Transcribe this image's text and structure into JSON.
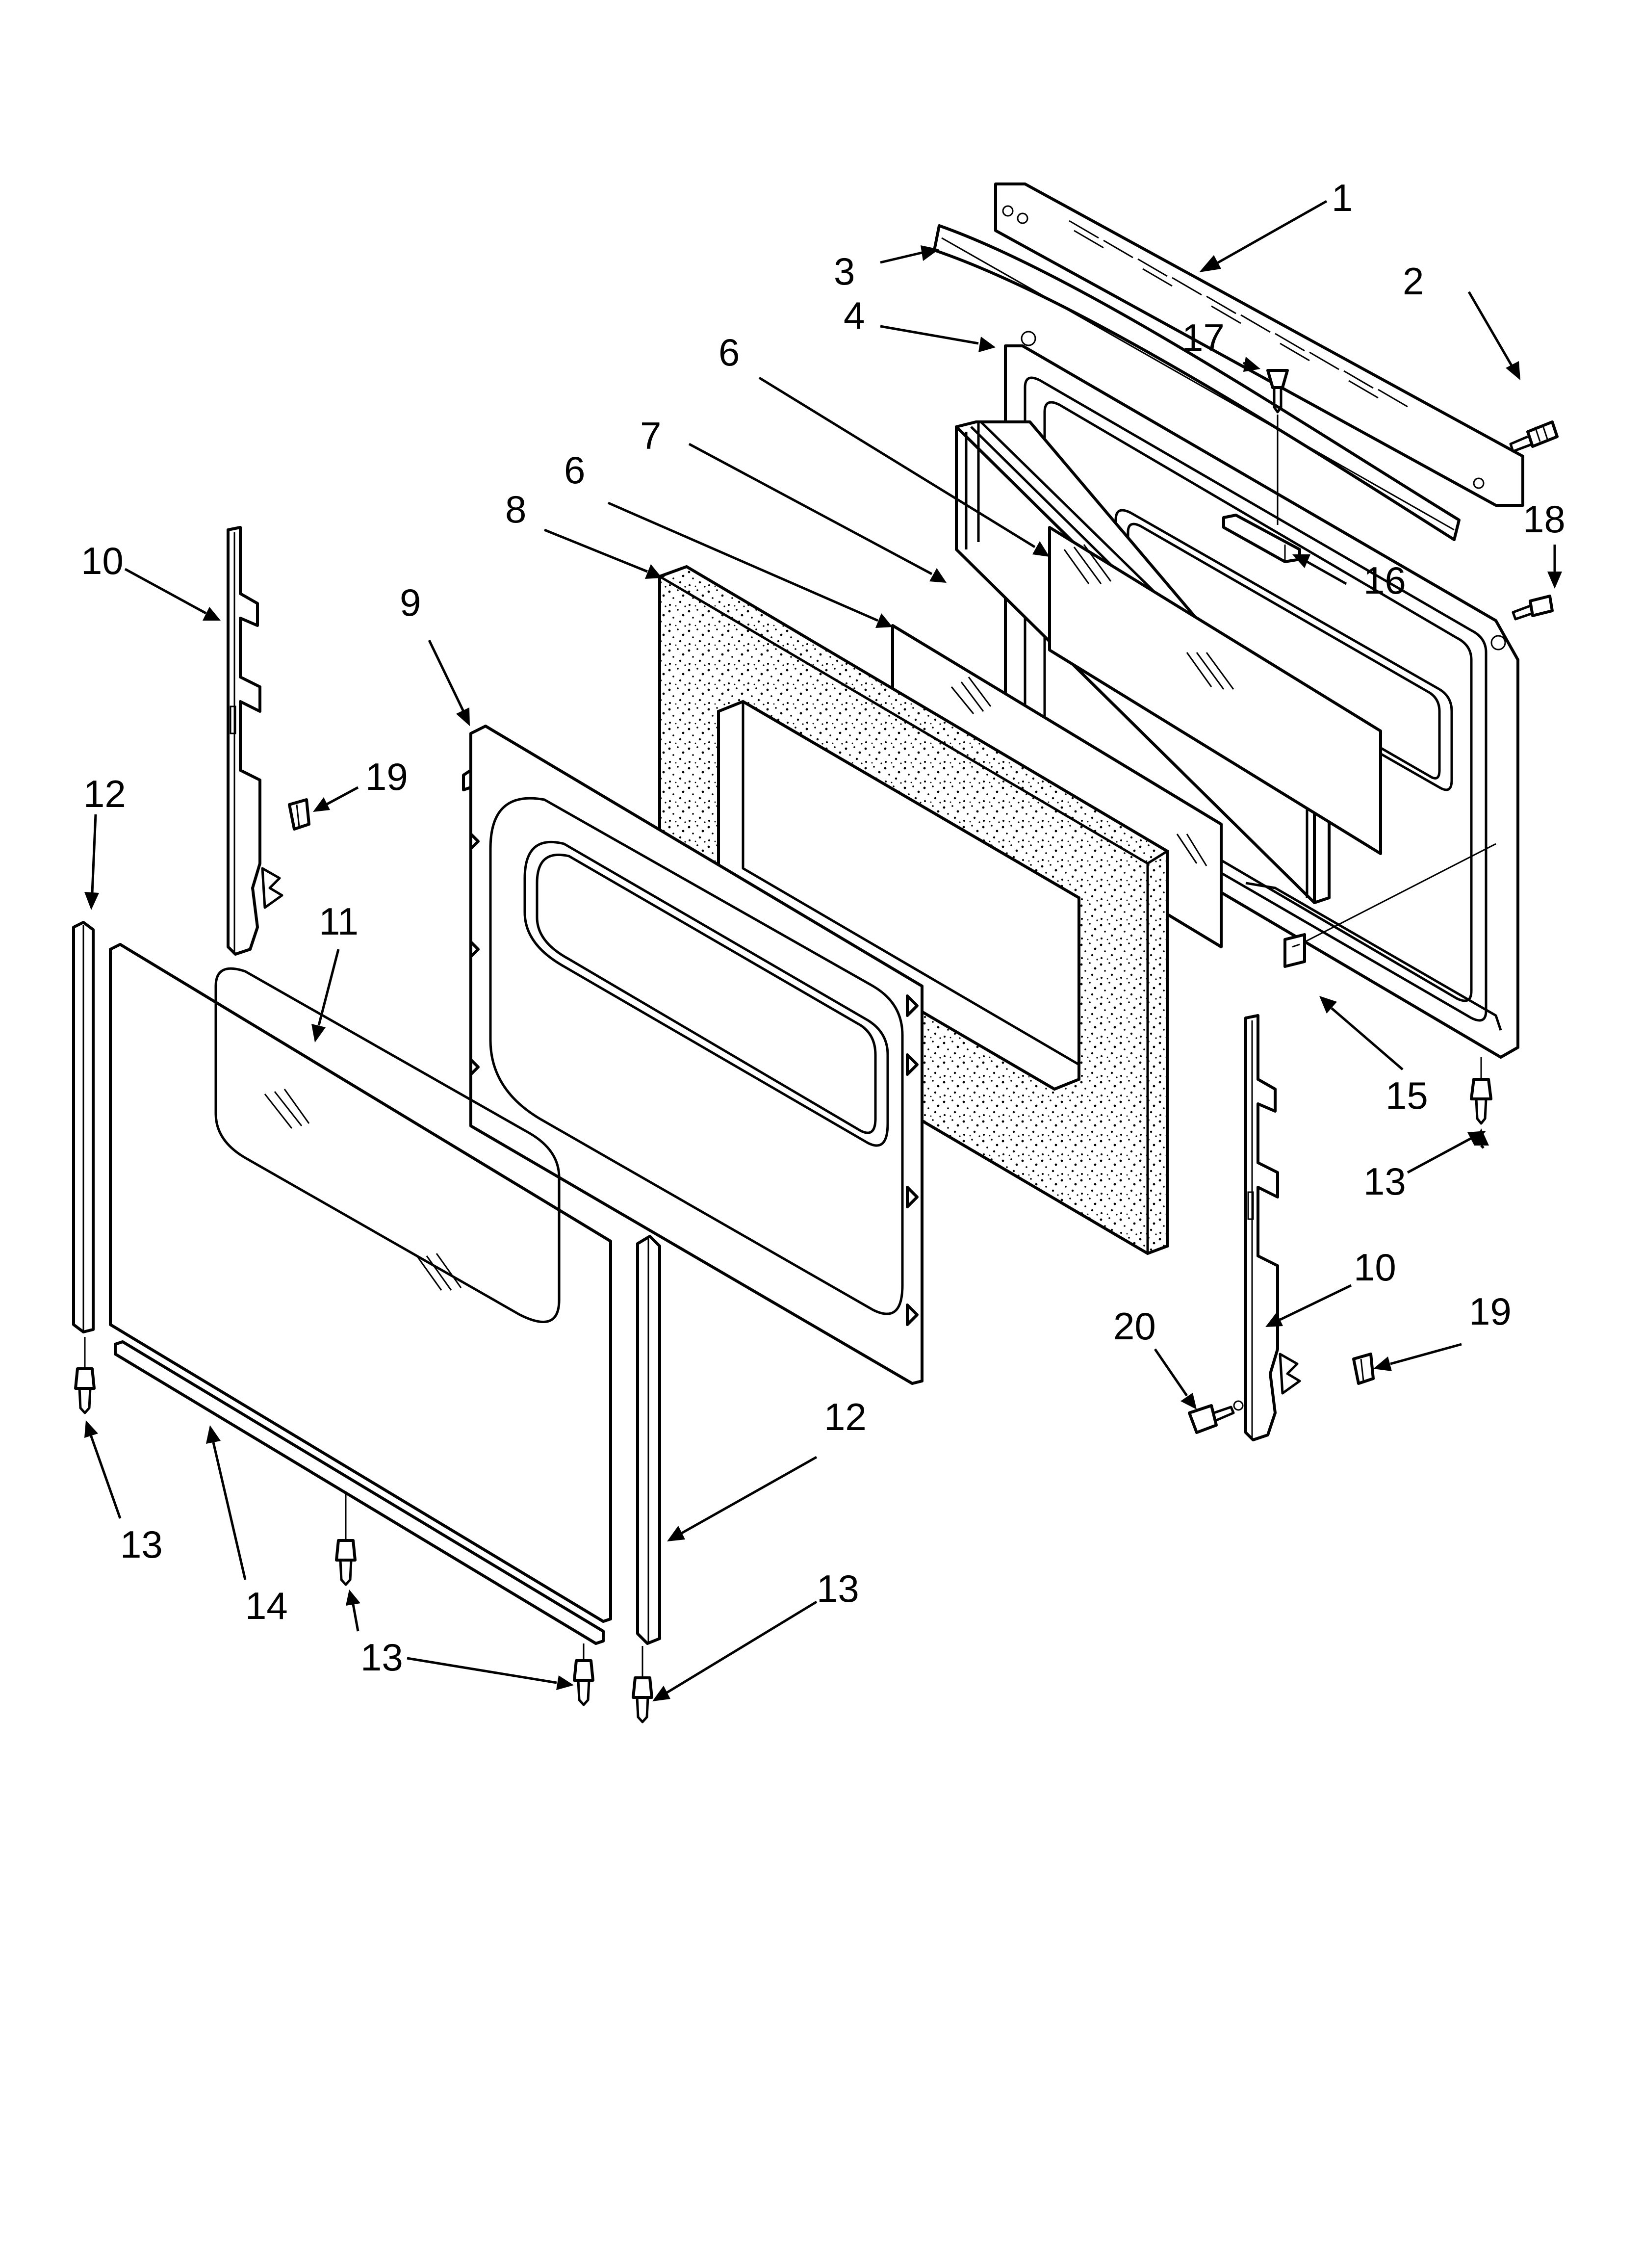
{
  "diagram": {
    "callouts": {
      "c1": "1",
      "c2": "2",
      "c3": "3",
      "c4": "4",
      "c6a": "6",
      "c6b": "6",
      "c7": "7",
      "c8": "8",
      "c9": "9",
      "c10a": "10",
      "c10b": "10",
      "c11": "11",
      "c12a": "12",
      "c12b": "12",
      "c13a": "13",
      "c13b": "13",
      "c13c": "13",
      "c13d": "13",
      "c14": "14",
      "c15": "15",
      "c16": "16",
      "c17": "17",
      "c18": "18",
      "c19a": "19",
      "c19b": "19",
      "c20": "20"
    }
  }
}
